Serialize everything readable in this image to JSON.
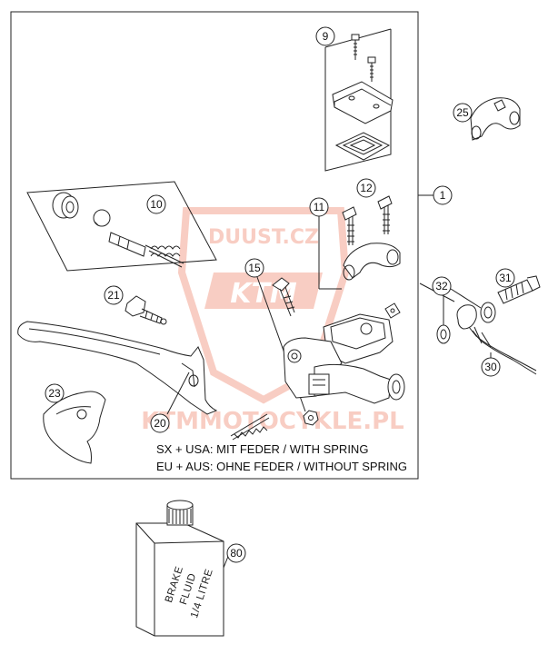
{
  "callouts": [
    {
      "id": "c1",
      "label": "1"
    },
    {
      "id": "c9",
      "label": "9"
    },
    {
      "id": "c10",
      "label": "10"
    },
    {
      "id": "c11",
      "label": "11"
    },
    {
      "id": "c12",
      "label": "12"
    },
    {
      "id": "c15",
      "label": "15"
    },
    {
      "id": "c20",
      "label": "20"
    },
    {
      "id": "c21",
      "label": "21"
    },
    {
      "id": "c23",
      "label": "23"
    },
    {
      "id": "c25",
      "label": "25"
    },
    {
      "id": "c30",
      "label": "30"
    },
    {
      "id": "c31",
      "label": "31"
    },
    {
      "id": "c32",
      "label": "32"
    },
    {
      "id": "c80",
      "label": "80"
    }
  ],
  "notes": {
    "line1": "SX + USA:  MIT FEDER / WITH SPRING",
    "line2": "EU + AUS:  OHNE FEDER / WITHOUT SPRING"
  },
  "bottle": {
    "line1": "BRAKE",
    "line2": "FLUID",
    "line3": "1/4 LITRE"
  },
  "watermark": {
    "top": "DUUST.CZ",
    "brand": "KTM",
    "bottom": "KTMMOTOCYKLE.PL"
  },
  "colors": {
    "watermark": "#e8502a",
    "line": "#222222"
  }
}
